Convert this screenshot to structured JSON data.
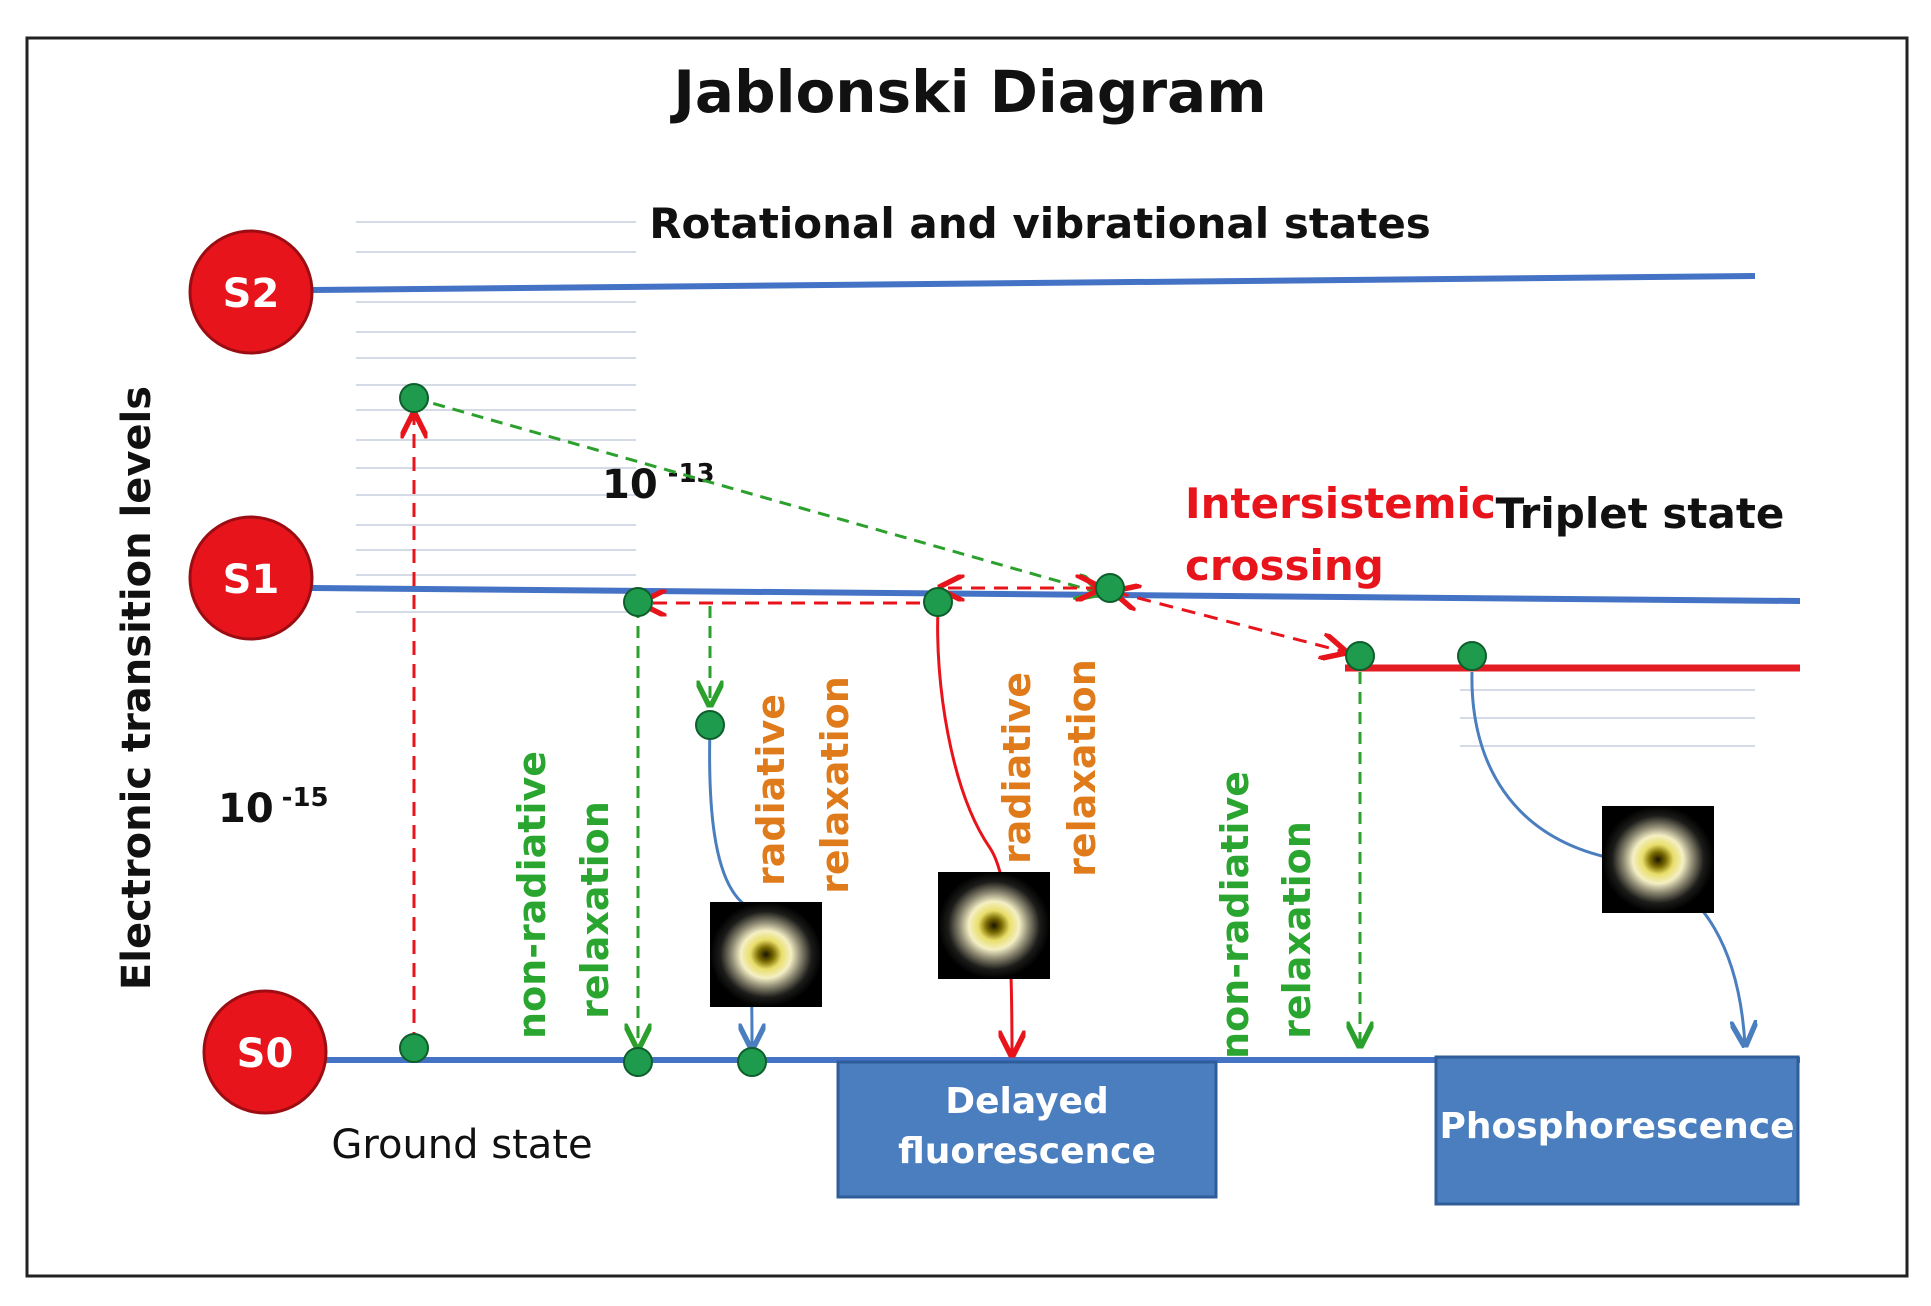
{
  "title": "Jablonski  Diagram",
  "subtitle": "Rotational and vibrational states",
  "y_axis_label": "Electronic transition levels",
  "states": {
    "s2": "S2",
    "s1": "S1",
    "s0": "S0"
  },
  "ground_state": "Ground state",
  "triplet_state": "Triplet state",
  "intersystem": {
    "line1": "Intersistemic",
    "line2": "crossing"
  },
  "time_scales": {
    "upper_base": "10",
    "upper_exp": "-13",
    "lower_base": "10",
    "lower_exp": "-15"
  },
  "labels": {
    "nonrad_left_1": "non-radiative",
    "nonrad_left_2": "relaxation",
    "rad_left_1": "radiative",
    "rad_left_2": "relaxation",
    "rad_mid_1": "radiative",
    "rad_mid_2": "relaxation",
    "nonrad_right_1": "non-radiative",
    "nonrad_right_2": "relaxation"
  },
  "boxes": {
    "delayed_1": "Delayed",
    "delayed_2": "fluorescence",
    "phosphorescence": "Phosphorescence"
  },
  "colors": {
    "level_blue": "#4472c4",
    "state_red": "#e8141c",
    "triplet_red": "#e31b23",
    "dash_red": "#e8141c",
    "dash_green": "#2ca02c",
    "label_green": "#2aa630",
    "label_orange": "#e07b1c",
    "box_blue": "#4a7ebf",
    "dot_green": "#1f9b4e"
  }
}
